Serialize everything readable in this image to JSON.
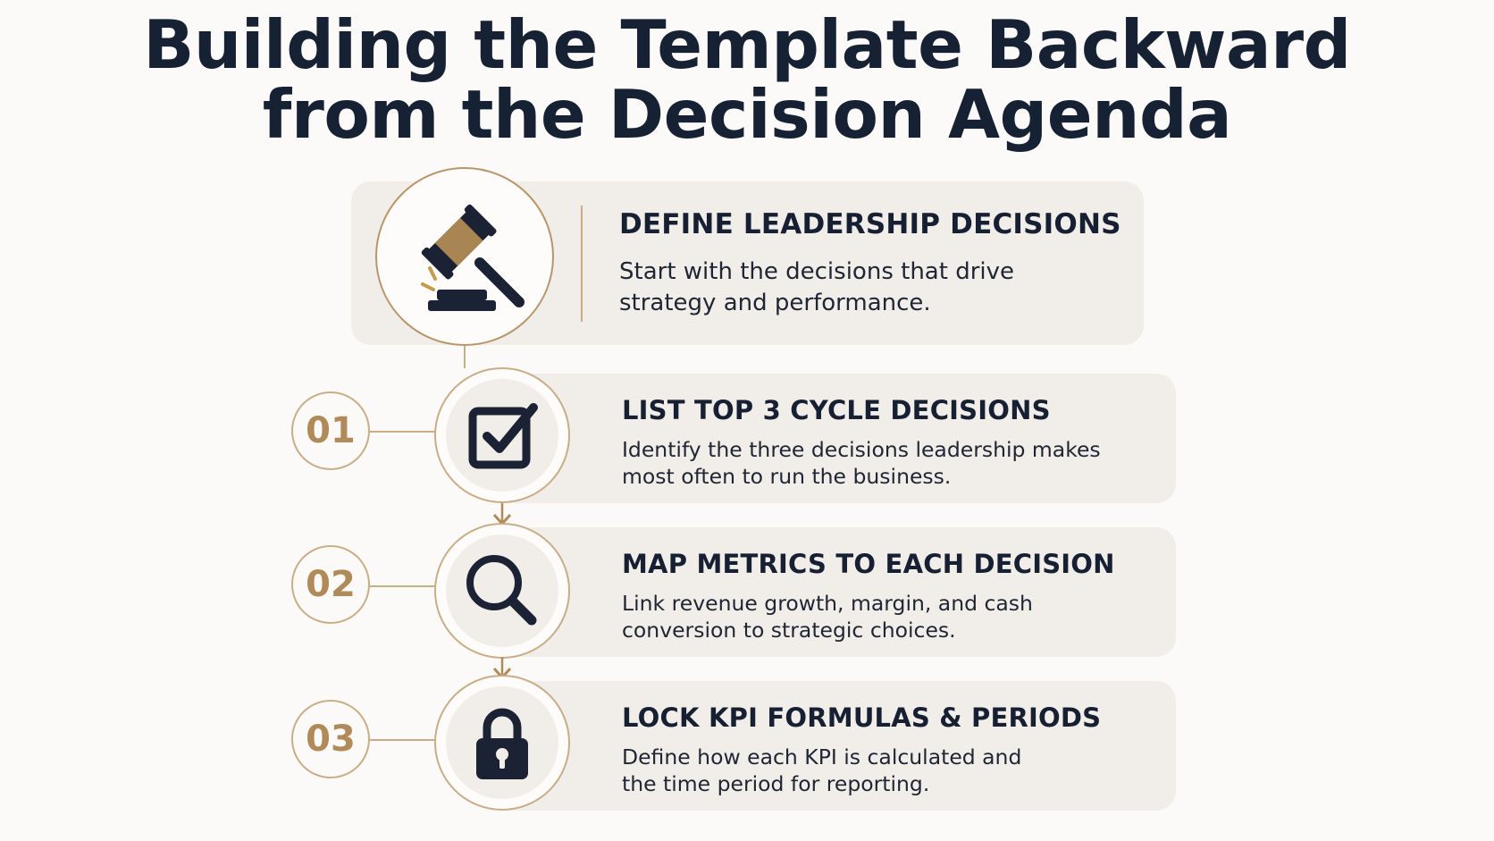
{
  "title": {
    "line1": "Building the Template Backward",
    "line2": "from the Decision Agenda"
  },
  "colors": {
    "navy": "#172033",
    "gold": "#b08a58",
    "card_bg": "#f1eeea",
    "page_bg": "#fbfaf8"
  },
  "intro": {
    "icon": "gavel-icon",
    "heading": "DEFINE LEADERSHIP DECISIONS",
    "desc_line1": "Start with the decisions that drive",
    "desc_line2": "strategy and performance."
  },
  "steps": [
    {
      "number": "01",
      "icon": "checkbox-check-icon",
      "heading": "LIST TOP 3 CYCLE DECISIONS",
      "desc_line1": "Identify the three decisions leadership makes",
      "desc_line2": "most often to run the business."
    },
    {
      "number": "02",
      "icon": "magnifier-icon",
      "heading": "MAP METRICS TO EACH DECISION",
      "desc_line1": "Link revenue growth, margin, and cash",
      "desc_line2": "conversion to strategic choices."
    },
    {
      "number": "03",
      "icon": "padlock-icon",
      "heading": "LOCK KPI FORMULAS & PERIODS",
      "desc_line1": "Define how each KPI is calculated and",
      "desc_line2": "the time period for reporting."
    }
  ]
}
